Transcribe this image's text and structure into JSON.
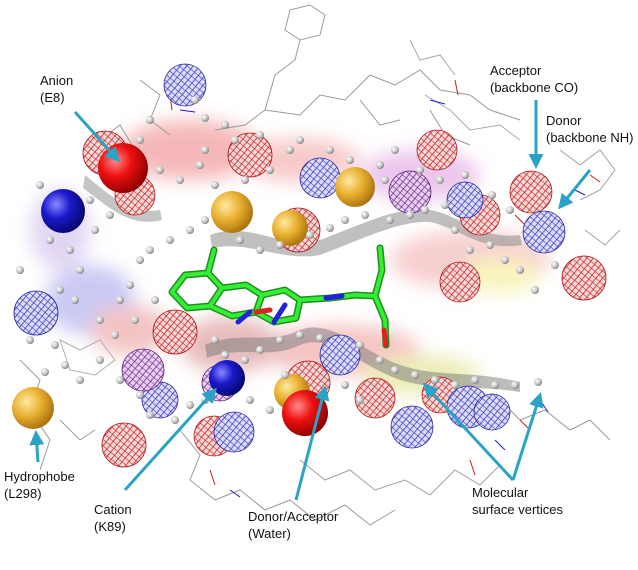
{
  "labels": {
    "anion": [
      "Anion",
      "(E8)"
    ],
    "acceptor": [
      "Acceptor",
      "(backbone CO)"
    ],
    "donor": [
      "Donor",
      "(backbone NH)"
    ],
    "hydrophobe": [
      "Hydrophobe",
      "(L298)"
    ],
    "cation": [
      "Cation",
      "(K89)"
    ],
    "water": [
      "Donor/Acceptor",
      "(Water)"
    ],
    "vertices": [
      "Molecular",
      "surface vertices"
    ]
  },
  "colors": {
    "acceptor_sphere": "#d42a2a",
    "donor_sphere": "#3b3bc8",
    "cation_sphere": "#7a2a9a",
    "hydrophobe_sphere": "#e8b030",
    "anion_sphere": "#ee1111",
    "ligand": "#22cc22",
    "arrow": "#2aa3c6",
    "vertex": "#bdbdbd"
  },
  "legend_icons": [
    "acceptor-sphere",
    "donor-sphere",
    "cation-sphere",
    "hydrophobe-sphere",
    "anion-sphere",
    "surface-vertex",
    "ligand"
  ]
}
